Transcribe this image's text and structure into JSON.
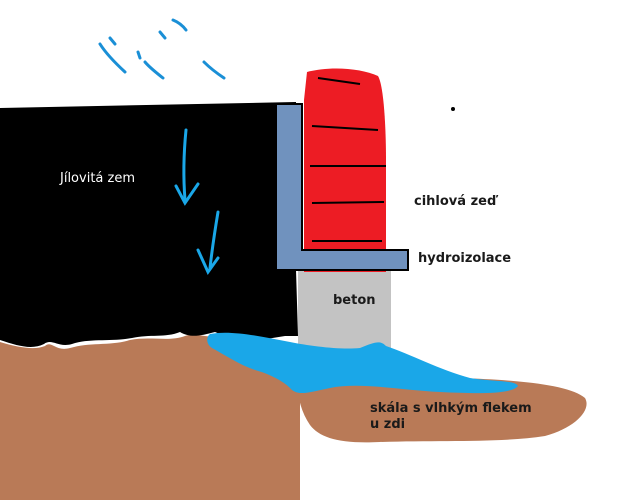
{
  "labels": {
    "clay_ground": "Jílovitá zem",
    "brick_wall": "cihlová zeď",
    "waterproofing": "hydroizolace",
    "concrete": "beton",
    "rock": "skála s vlhkým flekem u zdi"
  },
  "colors": {
    "clay": "#000000",
    "soil": "#b97a57",
    "brick": "#ed1c24",
    "brick_lines": "#000000",
    "waterproofing": "#7092be",
    "concrete": "#c3c3c3",
    "water": "#1aa7e8",
    "rain": "#1a8fd6",
    "background": "#ffffff"
  }
}
